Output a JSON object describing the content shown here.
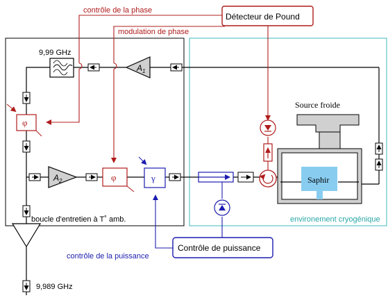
{
  "labels": {
    "phase_control": "contrôle de la phase",
    "phase_modulation": "modulation de phase",
    "pound_detector": "Détecteur de Pound",
    "filter_freq": "9,99 GHz",
    "amp1": "A",
    "amp1_sub": "1",
    "amp2": "A",
    "amp2_sub": "2",
    "phi1": "φ",
    "phi2": "φ",
    "gamma": "γ",
    "cold_source": "Source froide",
    "sapphire": "Saphir",
    "loop_label": "boucle d'entretien à T˚ amb.",
    "cryo_label": "environement cryogénique",
    "power_control": "Contrôle de puissance",
    "power_control_label": "contrôle de la puissance",
    "output_freq": "9,989 GHz"
  },
  "colors": {
    "red": "#b01c1c",
    "blue": "#1b1bb0",
    "cyan": "#3fb8b8",
    "black": "#000000",
    "gray": "#d0d0d0",
    "sapphire": "#88cdf0",
    "cryo_text": "#2aa6a6"
  },
  "icons": [
    "isolator-icon",
    "amplifier-icon",
    "filter-icon",
    "detector-diode-icon",
    "circulator-icon",
    "coupler-icon"
  ]
}
